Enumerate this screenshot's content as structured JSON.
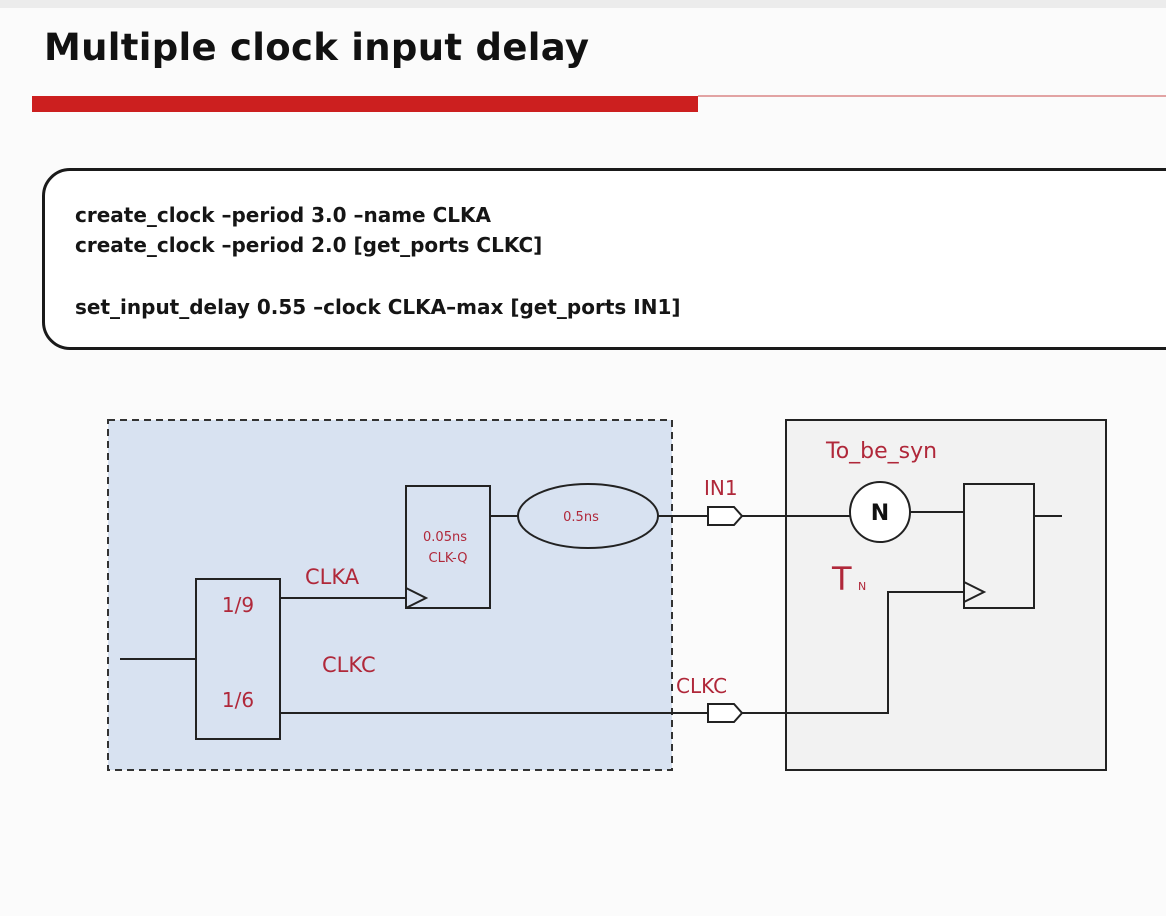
{
  "slide": {
    "title": "Multiple clock input delay"
  },
  "code": {
    "line1": "create_clock –period 3.0 –name CLKA",
    "line2": "create_clock –period 2.0 [get_ports CLKC]",
    "line3": "set_input_delay 0.55 –clock CLKA–max [get_ports IN1]"
  },
  "diagram": {
    "divider_top": "1/9",
    "divider_bottom": "1/6",
    "net_clka": "CLKA",
    "net_clkc": "CLKC",
    "ff_delay": "0.05ns",
    "ff_label": "CLK-Q",
    "logic_delay": "0.5ns",
    "port_in1": "IN1",
    "port_clkc": "CLKC",
    "block_name": "To_be_syn",
    "logic_n": "N",
    "t_main": "T",
    "t_sub": "N"
  },
  "colors": {
    "accent_red": "#cc1f1f",
    "label_red": "#b0283a",
    "ext_block_fill": "#d8e2f1",
    "syn_block_fill": "#f2f2f2"
  }
}
